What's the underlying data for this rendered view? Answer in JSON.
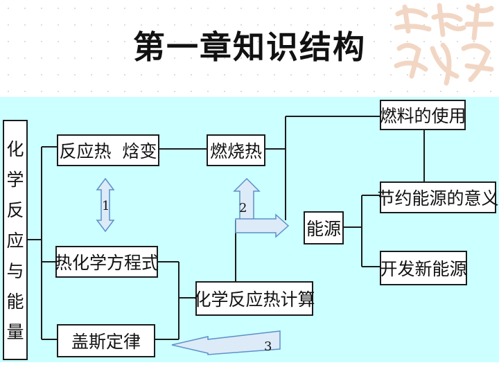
{
  "title": "第一章知识结构",
  "left_column": [
    "化",
    "学",
    "反",
    "应",
    "与",
    "能",
    "量"
  ],
  "boxes": {
    "reaction_heat": "反应热  焓变",
    "combustion_heat": "燃烧热",
    "thermo_equation": "热化学方程式",
    "hess_law": "盖斯定律",
    "heat_calc": "化学反应热计算",
    "energy": "能源",
    "fuel_use": "燃料的使用",
    "energy_saving": "节约能源的意义",
    "new_energy": "开发新能源"
  },
  "arrow_labels": {
    "a1": "1",
    "a2": "2",
    "a3": "3"
  },
  "colors": {
    "panel": "#ccffff",
    "arrow_fill": "#dcebf7",
    "arrow_stroke": "#5b8fc9"
  },
  "watermark_icon": "decorative-calligraphy-icon"
}
